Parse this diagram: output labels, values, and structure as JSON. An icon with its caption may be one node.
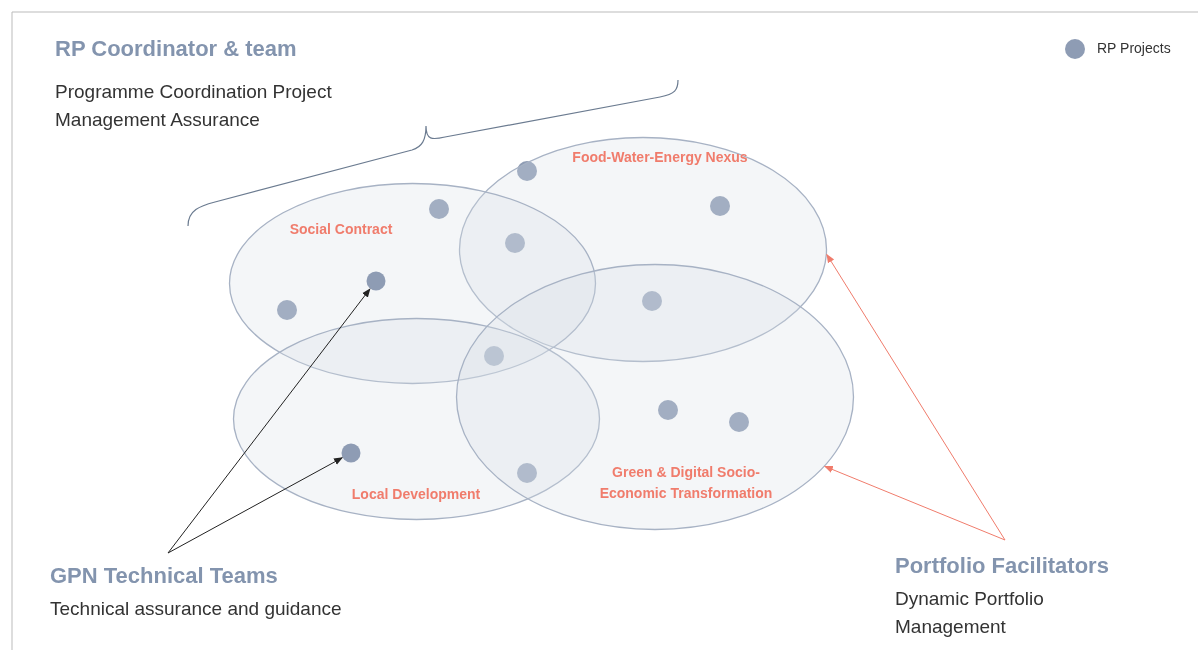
{
  "diagram": {
    "nodes": [
      {
        "text": [
          "Food-Water-Energy Nexus"
        ]
      },
      {
        "text": [
          "Social Contract"
        ]
      },
      {
        "text": [],
        "shape": "circle",
        "in": 1
      },
      {
        "text": [
          "Local Development"
        ]
      },
      {
        "text": [],
        "shape": "circle",
        "in": 3
      },
      {
        "text": [
          "Green & Digital Socio-Economic Transformation"
        ]
      },
      {
        "text": [
          "GPN Technical Teams",
          "Technical assurance and guidance"
        ]
      },
      {
        "text": [
          "Portfolio Facilitators",
          "Dynamic Portfolio Management"
        ]
      }
    ],
    "edges": [
      {
        "from": 6,
        "to": 2,
        "arrow": "to",
        "color": "#222222"
      },
      {
        "from": 6,
        "to": 4,
        "arrow": "to",
        "color": "#222222"
      },
      {
        "from": 7,
        "to": 0,
        "arrow": "to",
        "color": "#f07c6c"
      },
      {
        "from": 7,
        "to": 5,
        "arrow": "to",
        "color": "#f07c6c"
      }
    ],
    "labels": [
      "RP Coordinator & team",
      "Programme Coordination Project Management Assurance"
    ],
    "legend": [
      {
        "text": "RP Projects",
        "color": "#8e9cb4"
      }
    ]
  }
}
